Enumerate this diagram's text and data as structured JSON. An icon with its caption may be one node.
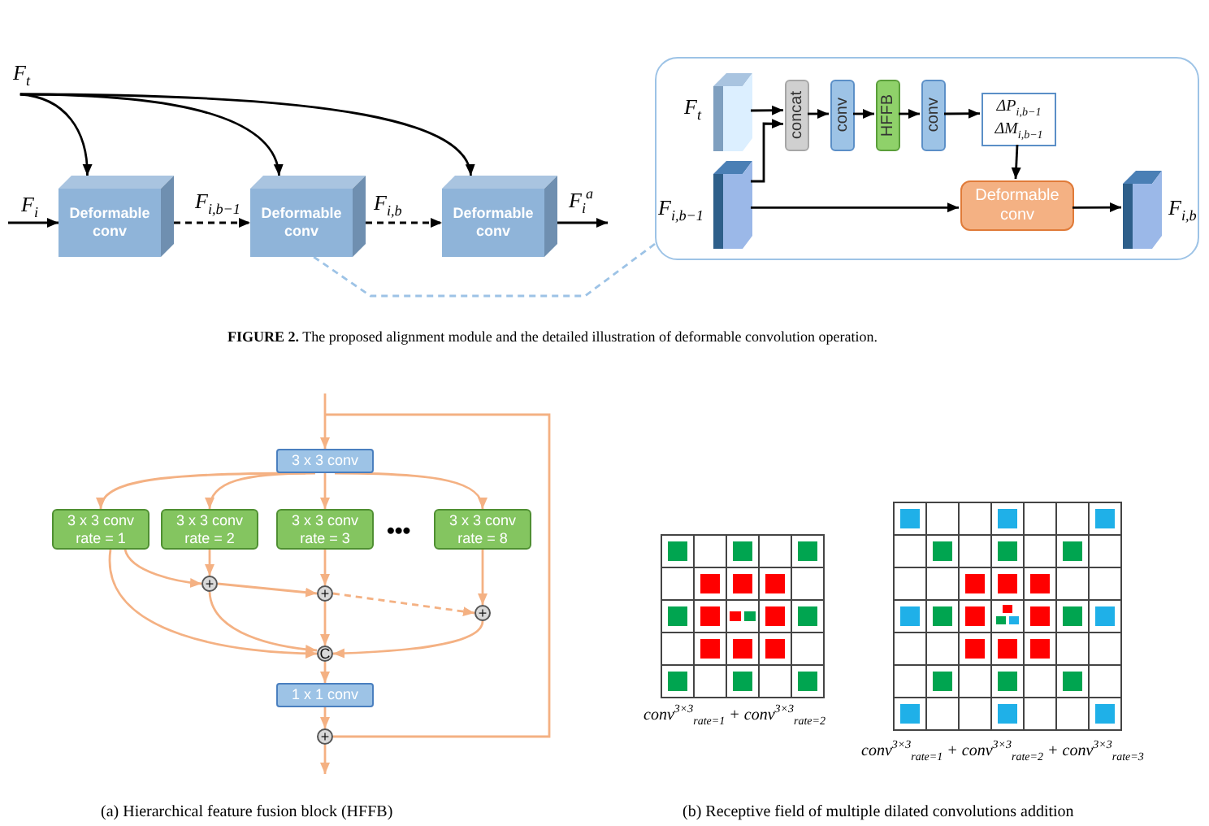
{
  "diagram": {
    "caption": "**FIGURE 2.** The proposed alignment module and the detailed illustration of deformable convolution operation.",
    "nodes": [
      {
        "text": [
          "F$_{t}$"
        ]
      },
      {
        "text": [
          "Deformable conv"
        ]
      },
      {
        "text": [
          "Deformable conv"
        ]
      },
      {
        "text": [
          "Deformable conv"
        ]
      },
      {
        "text": [],
        "shape": "box"
      },
      {
        "text": [],
        "shape": "box",
        "beside": [
          "F$_{t}$"
        ],
        "in": 4
      },
      {
        "text": [],
        "shape": "box",
        "beside": [
          "F$_{i,b−1}$"
        ],
        "in": 4
      },
      {
        "text": [
          "concat"
        ],
        "in": 4
      },
      {
        "text": [
          "conv"
        ],
        "in": 4
      },
      {
        "text": [
          "HFFB"
        ],
        "in": 4
      },
      {
        "text": [
          "conv"
        ],
        "in": 4
      },
      {
        "text": [
          "ΔP$_{i,b−1}$",
          "ΔM$_{i,b−1}$"
        ],
        "in": 4
      },
      {
        "text": [
          "Deformable conv"
        ],
        "in": 4
      },
      {
        "text": [],
        "shape": "box",
        "beside": [
          "F$_{i,b}$"
        ],
        "in": 4
      },
      {
        "text": [
          "3 x 3 conv"
        ]
      },
      {
        "text": [
          "3 x 3 conv rate = 1"
        ]
      },
      {
        "text": [
          "3 x 3 conv rate = 2"
        ]
      },
      {
        "text": [
          "3 x 3 conv rate = 3"
        ]
      },
      {
        "text": [
          "3 x 3 conv rate = 8"
        ]
      },
      {
        "text": [
          "+"
        ]
      },
      {
        "text": [
          "+"
        ]
      },
      {
        "text": [
          "+"
        ]
      },
      {
        "text": [
          "C"
        ]
      },
      {
        "text": [
          "1 x 1 conv"
        ]
      },
      {
        "text": [
          "+"
        ]
      }
    ],
    "edges": [
      {
        "from": 0,
        "to": 1,
        "arrow": "to",
        "color": "#000000"
      },
      {
        "from": 0,
        "to": 2,
        "arrow": "to",
        "color": "#000000"
      },
      {
        "from": 0,
        "to": 3,
        "arrow": "to",
        "color": "#000000"
      },
      {
        "from": null,
        "to": 1,
        "arrow": "to",
        "label": "F$_{i}$",
        "color": "#000000"
      },
      {
        "from": 1,
        "to": 2,
        "arrow": "to",
        "label": "F$_{i,b−1}$",
        "style": "dashed",
        "color": "#000000"
      },
      {
        "from": 2,
        "to": 3,
        "arrow": "to",
        "label": "F$_{i,b}$",
        "style": "dashed",
        "color": "#000000"
      },
      {
        "from": 3,
        "to": null,
        "arrow": "to",
        "label": "F$_{i}$$^{a}$",
        "color": "#000000"
      },
      {
        "from": 2,
        "to": 4,
        "arrow": "none",
        "style": "dashed",
        "color": "#9dc3e6"
      },
      {
        "from": 5,
        "to": 7,
        "arrow": "to",
        "color": "#000000"
      },
      {
        "from": 6,
        "to": 7,
        "arrow": "to",
        "color": "#000000"
      },
      {
        "from": 7,
        "to": 8,
        "arrow": "to",
        "color": "#000000"
      },
      {
        "from": 8,
        "to": 9,
        "arrow": "to",
        "color": "#000000"
      },
      {
        "from": 9,
        "to": 10,
        "arrow": "to",
        "color": "#000000"
      },
      {
        "from": 10,
        "to": 11,
        "arrow": "to",
        "color": "#000000"
      },
      {
        "from": 11,
        "to": 12,
        "arrow": "to",
        "color": "#000000"
      },
      {
        "from": 6,
        "to": 12,
        "arrow": "to",
        "color": "#000000"
      },
      {
        "from": 12,
        "to": 13,
        "arrow": "to",
        "color": "#000000"
      },
      {
        "from": null,
        "to": 14,
        "arrow": "to"
      },
      {
        "from": null,
        "to": 24,
        "arrow": "none"
      },
      {
        "from": 14,
        "to": 15,
        "arrow": "to"
      },
      {
        "from": 14,
        "to": 16,
        "arrow": "to"
      },
      {
        "from": 14,
        "to": 17,
        "arrow": "to"
      },
      {
        "from": 14,
        "to": 18,
        "arrow": "to"
      },
      {
        "from": 15,
        "to": 19,
        "arrow": "to"
      },
      {
        "from": 16,
        "to": 19,
        "arrow": "to"
      },
      {
        "from": 19,
        "to": 20,
        "arrow": "to"
      },
      {
        "from": 17,
        "to": 20,
        "arrow": "to"
      },
      {
        "from": 20,
        "to": 21,
        "arrow": "to",
        "style": "dashed"
      },
      {
        "from": 18,
        "to": 21,
        "arrow": "to"
      },
      {
        "from": 15,
        "to": 22,
        "arrow": "to"
      },
      {
        "from": 19,
        "to": 22,
        "arrow": "to"
      },
      {
        "from": 20,
        "to": 22,
        "arrow": "to"
      },
      {
        "from": 21,
        "to": 22,
        "arrow": "to"
      },
      {
        "from": 22,
        "to": 23,
        "arrow": "to"
      },
      {
        "from": 23,
        "to": 24,
        "arrow": "to"
      },
      {
        "from": 24,
        "to": null,
        "arrow": "to"
      }
    ],
    "labels": [
      "•••",
      "*conv*$^{3×3}$$_{rate=1}$ + *conv*$^{3×3}$$_{rate=2}$",
      "*conv*$^{3×3}$$_{rate=1}$ + *conv*$^{3×3}$$_{rate=2}$ + *conv*$^{3×3}$$_{rate=3}$",
      "(a)  Hierarchical feature fusion block (HFFB)",
      "(b)  Receptive field of multiple dilated convolutions addition"
    ]
  }
}
